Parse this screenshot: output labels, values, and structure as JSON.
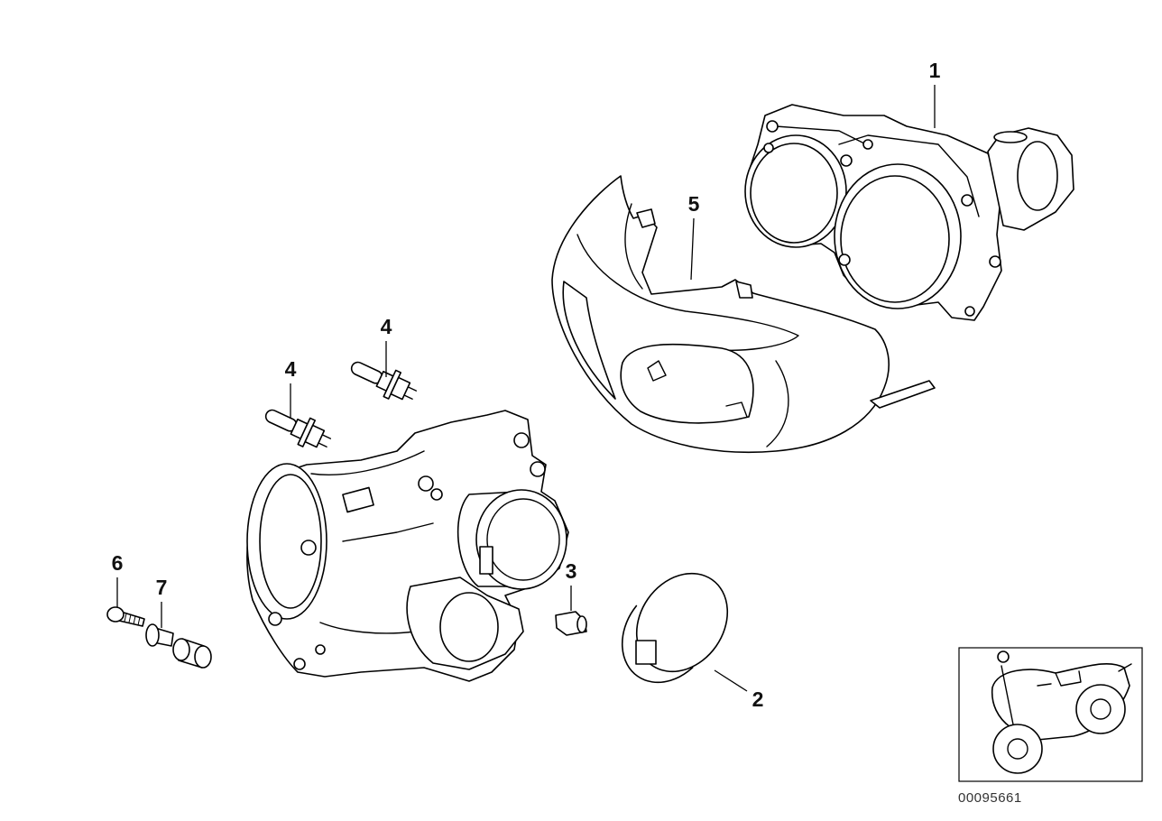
{
  "callouts": {
    "part_1": "1",
    "part_2": "2",
    "part_3": "3",
    "part_4_upper": "4",
    "part_4_lower": "4",
    "part_5": "5",
    "part_6": "6",
    "part_7": "7"
  },
  "drawing_number": "00095661",
  "colors": {
    "line": "#000000",
    "background": "#ffffff"
  }
}
